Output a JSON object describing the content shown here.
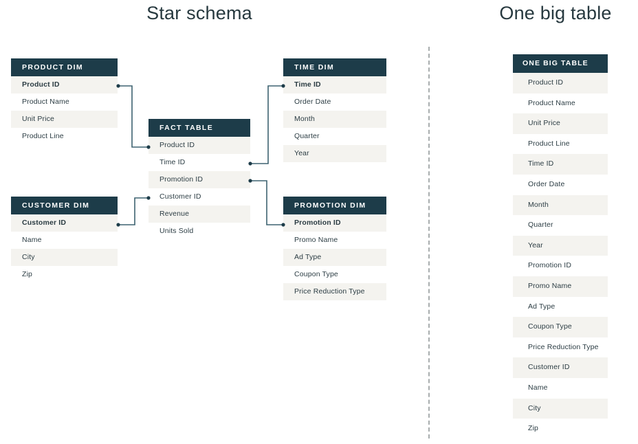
{
  "page": {
    "background": "#ffffff",
    "header_color": "#1d3c49",
    "row_alt_color": "#f4f3ef",
    "text_color": "#2b3c43",
    "connector_color": "#3d6270",
    "divider_color": "#a8adae"
  },
  "titles": {
    "star_schema": "Star schema",
    "one_big_table": "One big table"
  },
  "star_schema": {
    "product_dim": {
      "header": "PRODUCT DIM",
      "rows": [
        "Product ID",
        "Product Name",
        "Unit Price",
        "Product Line"
      ],
      "key_row_index": 0
    },
    "customer_dim": {
      "header": "CUSTOMER DIM",
      "rows": [
        "Customer ID",
        "Name",
        "City",
        "Zip"
      ],
      "key_row_index": 0
    },
    "fact_table": {
      "header": "FACT TABLE",
      "rows": [
        "Product ID",
        "Time ID",
        "Promotion ID",
        "Customer ID",
        "Revenue",
        "Units Sold"
      ],
      "key_row_index": -1
    },
    "time_dim": {
      "header": "TIME DIM",
      "rows": [
        "Time ID",
        "Order Date",
        "Month",
        "Quarter",
        "Year"
      ],
      "key_row_index": 0
    },
    "promotion_dim": {
      "header": "PROMOTION DIM",
      "rows": [
        "Promotion ID",
        "Promo Name",
        "Ad Type",
        "Coupon Type",
        "Price Reduction Type"
      ],
      "key_row_index": 0
    },
    "relationships": [
      {
        "from": "product_dim.Product ID",
        "to": "fact_table.Product ID"
      },
      {
        "from": "customer_dim.Customer ID",
        "to": "fact_table.Customer ID"
      },
      {
        "from": "fact_table.Time ID",
        "to": "time_dim.Time ID"
      },
      {
        "from": "fact_table.Promotion ID",
        "to": "promotion_dim.Promotion ID"
      }
    ]
  },
  "one_big_table": {
    "header": "ONE BIG TABLE",
    "rows": [
      "Product ID",
      "Product Name",
      "Unit Price",
      "Product Line",
      "Time ID",
      "Order Date",
      "Month",
      "Quarter",
      "Year",
      "Promotion ID",
      "Promo Name",
      "Ad Type",
      "Coupon Type",
      "Price Reduction Type",
      "Customer ID",
      "Name",
      "City",
      "Zip"
    ]
  }
}
